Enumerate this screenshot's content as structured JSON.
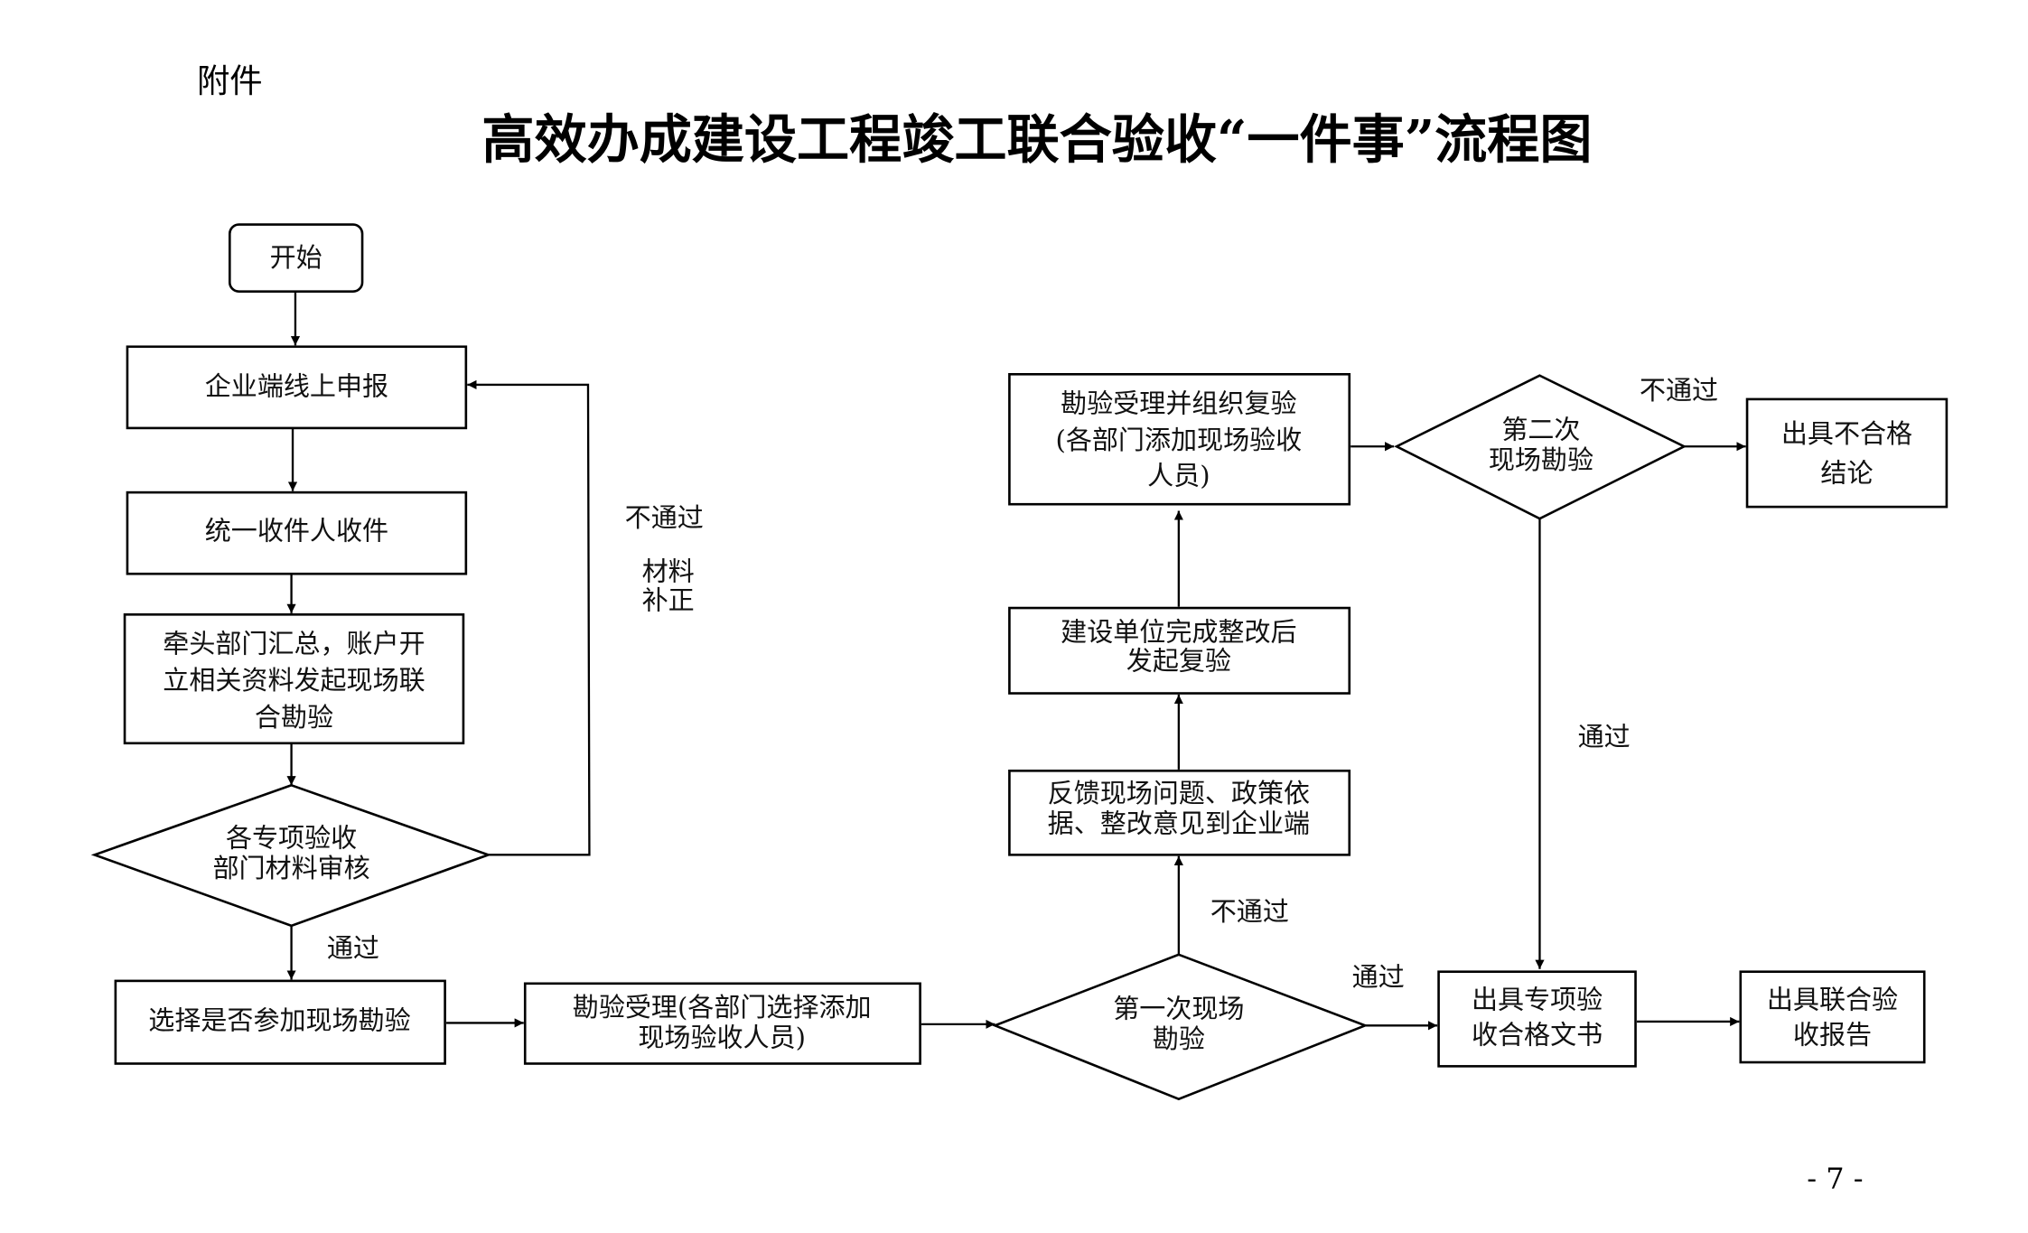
{
  "header": {
    "attachment_label": "附件",
    "title": "高效办成建设工程竣工联合验收“一件事”流程图"
  },
  "nodes": {
    "start": {
      "lines": [
        "开始"
      ]
    },
    "online_declare": {
      "lines": [
        "企业端线上申报"
      ]
    },
    "unified_receive": {
      "lines": [
        "统一收件人收件"
      ]
    },
    "lead_dept": {
      "lines": [
        "牵头部门汇总，账户开",
        "立相关资料发起现场联",
        "合勘验"
      ]
    },
    "dept_review": {
      "lines": [
        "各专项验收",
        "部门材料审核"
      ]
    },
    "choose_inspect": {
      "lines": [
        "选择是否参加现场勘验"
      ]
    },
    "inspect_accept": {
      "lines": [
        "勘验受理(各部门选择添加",
        "现场验收人员)"
      ]
    },
    "first_inspect": {
      "lines": [
        "第一次现场",
        "勘验"
      ]
    },
    "feedback": {
      "lines": [
        "反馈现场问题、政策依",
        "据、整改意见到企业端"
      ]
    },
    "rectify": {
      "lines": [
        "建设单位完成整改后",
        "发起复验"
      ]
    },
    "reinspect_accept": {
      "lines": [
        "勘验受理并组织复验",
        "(各部门添加现场验收",
        "人员)"
      ]
    },
    "second_inspect": {
      "lines": [
        "第二次",
        "现场勘验"
      ]
    },
    "fail_conclusion": {
      "lines": [
        "出具不合格",
        "结论"
      ]
    },
    "special_cert": {
      "lines": [
        "出具专项验",
        "收合格文书"
      ]
    },
    "joint_report": {
      "lines": [
        "出具联合验",
        "收报告"
      ]
    }
  },
  "edge_labels": {
    "review_fail": "不通过",
    "material_fix": [
      "材料",
      "补正"
    ],
    "review_pass": "通过",
    "first_fail": "不通过",
    "first_pass": "通过",
    "second_fail": "不通过",
    "second_pass": "通过"
  },
  "footer": {
    "page_number": "- 7 -"
  }
}
